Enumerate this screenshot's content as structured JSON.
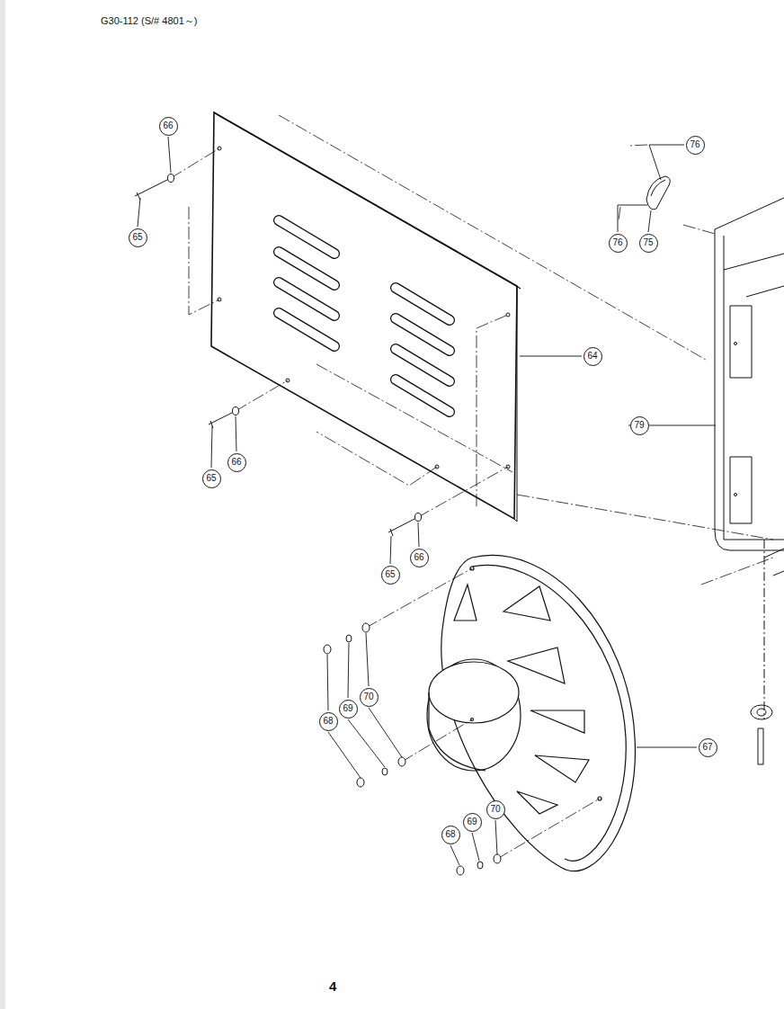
{
  "diagram": {
    "nodes": [
      {
        "text": [
          "66"
        ]
      },
      {
        "text": [
          "76"
        ]
      },
      {
        "text": [
          "65"
        ]
      },
      {
        "text": [
          "76"
        ]
      },
      {
        "text": [
          "75"
        ]
      },
      {
        "text": [
          "64"
        ]
      },
      {
        "text": [
          "79"
        ]
      },
      {
        "text": [
          "66"
        ]
      },
      {
        "text": [
          "65"
        ]
      },
      {
        "text": [
          "66"
        ]
      },
      {
        "text": [
          "65"
        ]
      },
      {
        "text": [
          "70"
        ]
      },
      {
        "text": [
          "69"
        ]
      },
      {
        "text": [
          "68"
        ]
      },
      {
        "text": [
          "67"
        ]
      },
      {
        "text": [
          "70"
        ]
      },
      {
        "text": [
          "69"
        ]
      },
      {
        "text": [
          "68"
        ]
      }
    ],
    "edges": [],
    "labels": [
      "G30-112 (S/# 4801～)",
      "4"
    ]
  }
}
